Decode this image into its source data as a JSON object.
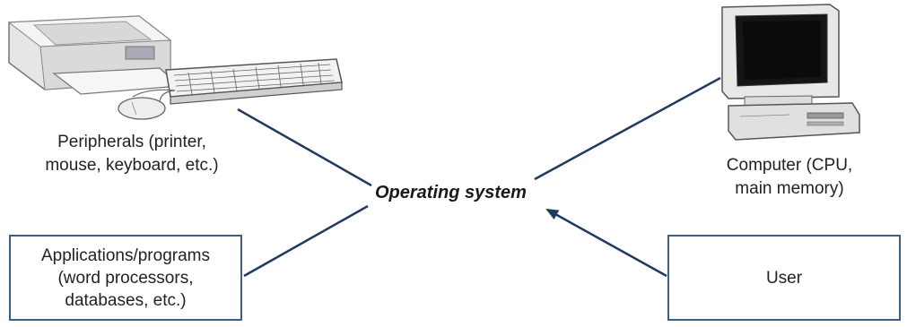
{
  "nodes": {
    "center": "Operating system",
    "peripherals": "Peripherals (printer,\nmouse, keyboard, etc.)",
    "computer": "Computer (CPU,\nmain memory)",
    "applications": "Applications/programs\n(word processors,\ndatabases, etc.)",
    "user": "User"
  },
  "icons": {
    "printer": "printer-icon",
    "keyboard": "keyboard-icon",
    "mouse": "mouse-icon",
    "computer": "desktop-computer-icon"
  },
  "colors": {
    "connector": "#1f3a5f",
    "box_border": "#3a5f86"
  }
}
